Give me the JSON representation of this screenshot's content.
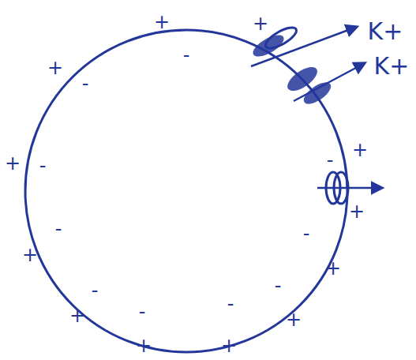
{
  "diagram": {
    "labels": [
      "+",
      "+",
      "K+",
      "-",
      "K+",
      "+",
      "-",
      "+",
      "+",
      "-",
      "-",
      "+",
      "-",
      "-",
      "+",
      "+",
      "-",
      "-",
      "-",
      "-",
      "+",
      "+",
      "+",
      "+"
    ]
  }
}
